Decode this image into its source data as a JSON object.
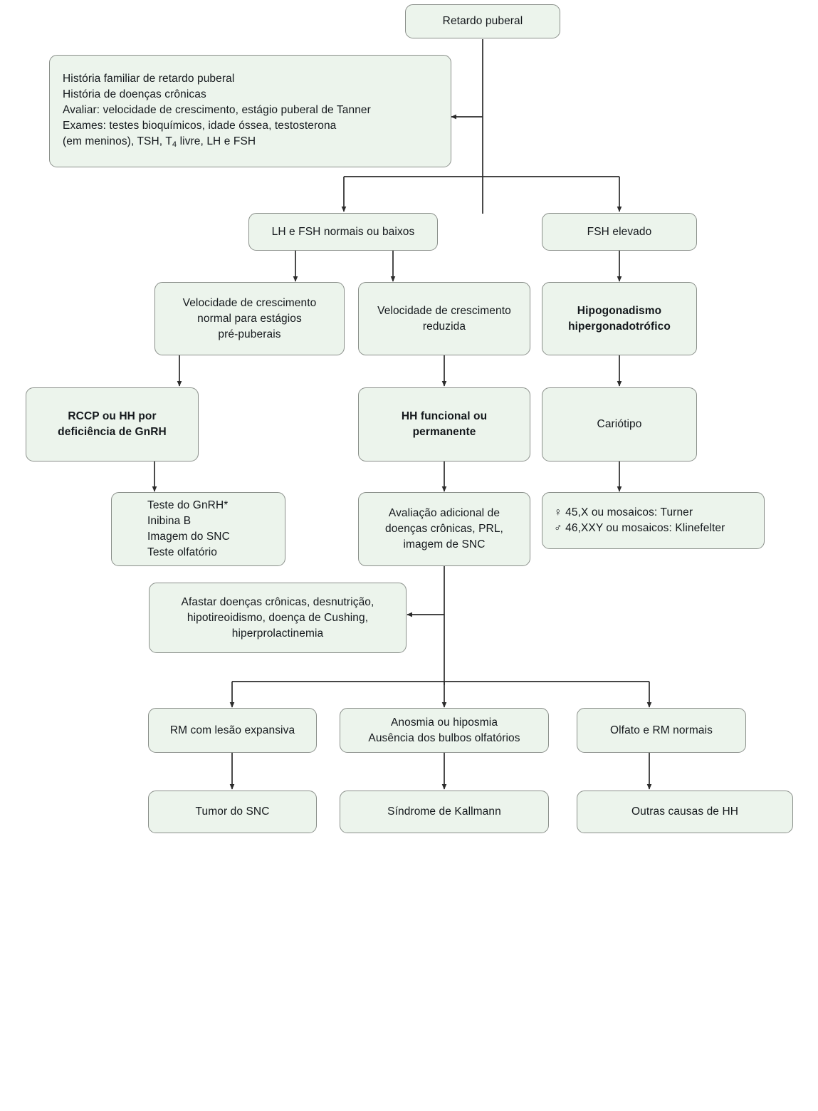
{
  "diagram": {
    "title": "Retardo puberal",
    "theme": {
      "node_fill": "#ecf4ec",
      "node_border": "#8a8f8a",
      "text_color": "#14181c",
      "connector_color": "#2b2b2b",
      "background": "#ffffff"
    }
  },
  "nodes": {
    "root": {
      "label": "Retardo puberal"
    },
    "history": {
      "line1": "História familiar de retardo puberal",
      "line2": "História de doenças crônicas",
      "line3": "Avaliar: velocidade de crescimento, estágio puberal de Tanner",
      "line4": "Exames: testes bioquímicos, idade óssea, testosterona",
      "line5_a": "(em meninos), TSH, T",
      "line5_sub": "4",
      "line5_b": " livre, LH e FSH"
    },
    "lh_fsh_low": {
      "label": "LH e FSH normais ou baixos"
    },
    "fsh_high": {
      "label": "FSH elevado"
    },
    "growth_normal": {
      "label": "Velocidade de crescimento\nnormal para estágios\npré-puberais"
    },
    "growth_reduced": {
      "label": "Velocidade de crescimento\nreduzida"
    },
    "hypergonadotropic": {
      "label": "Hipogonadismo\nhipergonadotrófico"
    },
    "rccp": {
      "label": "RCCP ou HH por\ndeficiência de GnRH"
    },
    "hh_functional": {
      "label": "HH funcional ou\npermanente"
    },
    "karyotype": {
      "label": "Cariótipo"
    },
    "gnrh_tests": {
      "label": "Teste do GnRH*\nInibina B\nImagem do SNC\nTeste olfatório"
    },
    "additional_eval": {
      "label": "Avaliação adicional de\ndoenças crônicas, PRL,\nimagem de SNC"
    },
    "karyotype_results": {
      "line1": "♀ 45,X ou mosaicos: Turner",
      "line2": "♂ 46,XXY ou mosaicos: Klinefelter"
    },
    "rule_out": {
      "label": "Afastar doenças crônicas, desnutrição,\nhipotireoidismo, doença de Cushing,\nhiperprolactinemia"
    },
    "mri_lesion": {
      "label": "RM com lesão expansiva"
    },
    "anosmia": {
      "label": "Anosmia ou hiposmia\nAusência dos bulbos olfatórios"
    },
    "normal_smell_mri": {
      "label": "Olfato e RM normais"
    },
    "cns_tumor": {
      "label": "Tumor do SNC"
    },
    "kallmann": {
      "label": "Síndrome de Kallmann"
    },
    "other_hh": {
      "label": "Outras causas de HH"
    }
  }
}
